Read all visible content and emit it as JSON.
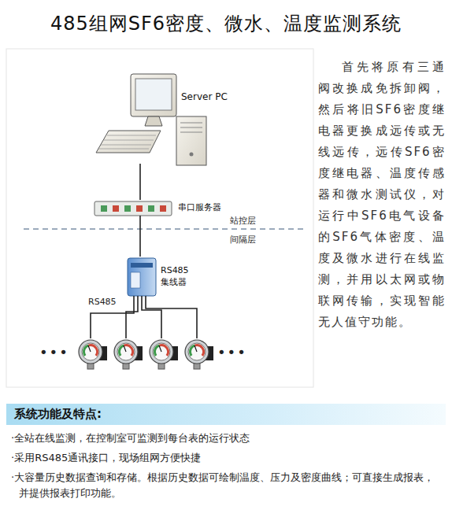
{
  "diagram": {
    "title": "485组网SF6密度、微水、温度监测系统",
    "nodes": [
      {
        "text": [
          "Server PC"
        ]
      },
      {
        "text": [
          "串口服务器"
        ]
      },
      {
        "text": [
          "RS485 集线器"
        ]
      },
      {
        "text": [
          "系统功能及特点:"
        ]
      }
    ],
    "edges": [
      {
        "from": 0,
        "to": 1,
        "arrow": "none"
      },
      {
        "from": 1,
        "to": 2,
        "arrow": "none"
      }
    ],
    "labels": [
      "站控层",
      "间隔层",
      "RS485",
      "•••",
      "•••",
      "首先将原有三通阀改换成免拆卸阀，然后将旧SF6密度继电器更换成远传或无线远传，远传SF6密度继电器、温度传感器和微水测试仪，对运行中SF6电气设备的SF6气体密度、温度及微水进行在线监测，并用以太网或物联网传输，实现智能无人值守功能。",
      "·全站在线监测，在控制室可监测到每台表的运行状态",
      "·采用RS485通讯接口，现场组网方便快捷",
      "·大容量历史数据查询和存储。根据历史数据可绘制温度、压力及密度曲线；可直接生成报表，并提供报表打印功能。"
    ]
  }
}
